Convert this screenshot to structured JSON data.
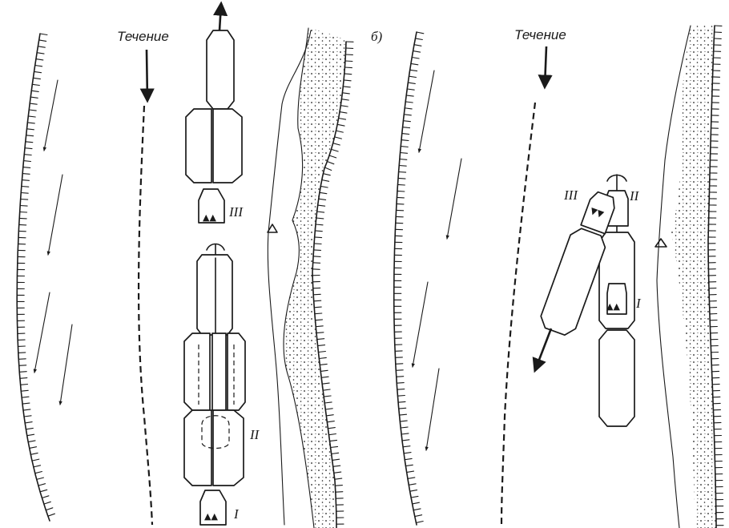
{
  "panel_a": {
    "current_label": "Течение",
    "tow_labels": {
      "upper_pusher": "III",
      "lower_pusher_convoy": "II",
      "lower_pusher": "I"
    }
  },
  "panel_b": {
    "panel_label": "б)",
    "current_label": "Течение",
    "tow_labels": {
      "left_pusher": "III",
      "right_pusher": "II",
      "middle_pusher": "I"
    }
  }
}
